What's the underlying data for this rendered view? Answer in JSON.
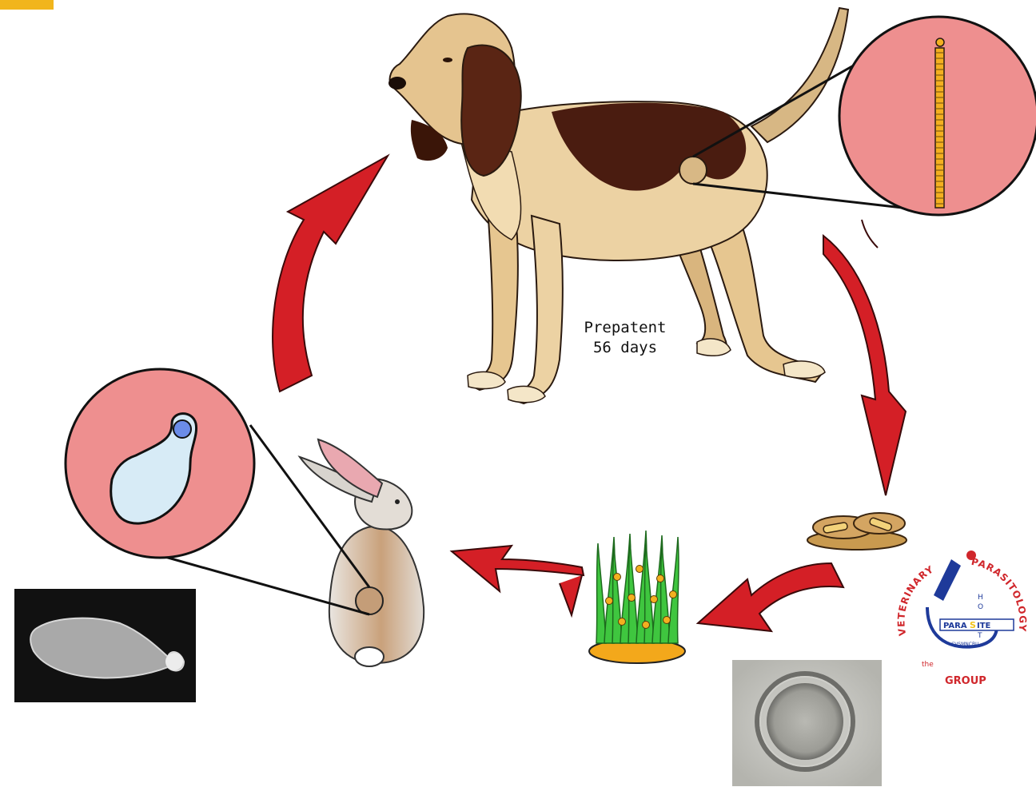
{
  "diagram": {
    "prepatent_line1": "Prepatent",
    "prepatent_line2": "56 days"
  },
  "logo": {
    "ring_text_left": "VETERINARY",
    "ring_text_right": "PARASITOLOGY",
    "ring_text_bottom": "GROUP",
    "ring_text_bottom_prefix": "the",
    "center_word_left": "PARA",
    "center_word_s": "S",
    "center_word_right": "ITE",
    "host_letters": "HOST",
    "center_small": "CVSMNCBU"
  },
  "colors": {
    "arrow": "#d41f26",
    "lens_pink": "#ee8f8f",
    "dog_tan": "#ecd2a3",
    "dog_brown": "#4a1c10",
    "grass": "#3fc63f",
    "egg_dot": "#f3b020"
  }
}
